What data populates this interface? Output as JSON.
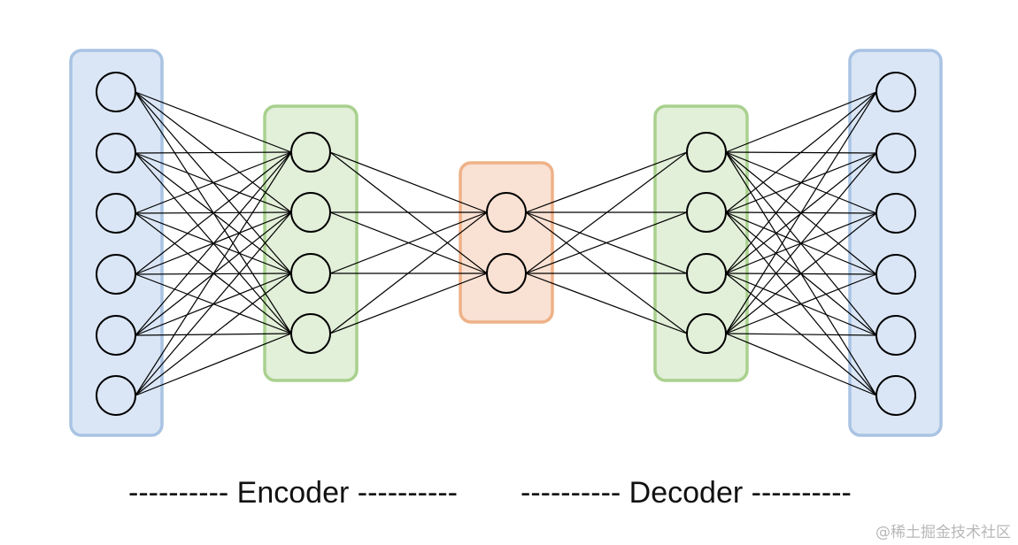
{
  "captions": {
    "encoder": "---------- Encoder ----------",
    "decoder": "---------- Decoder ----------"
  },
  "watermark": "@稀土掘金技术社区",
  "colors": {
    "input_fill": "#dae6f5",
    "input_stroke": "#a9c3e3",
    "hidden_fill": "#e2efd9",
    "hidden_stroke": "#a9d18e",
    "bottleneck_fill": "#f9e1d3",
    "bottleneck_stroke": "#efb187",
    "node_stroke": "#000000",
    "edge": "#000000"
  },
  "layers": [
    {
      "id": "input",
      "role": "encoder-input",
      "nodes": 6,
      "color": "blue"
    },
    {
      "id": "enc-hidden",
      "role": "encoder-hidden",
      "nodes": 4,
      "color": "green"
    },
    {
      "id": "bottleneck",
      "role": "code",
      "nodes": 2,
      "color": "orange"
    },
    {
      "id": "dec-hidden",
      "role": "decoder-hidden",
      "nodes": 4,
      "color": "green"
    },
    {
      "id": "output",
      "role": "decoder-output",
      "nodes": 6,
      "color": "blue"
    }
  ],
  "connections": "fully-connected between adjacent layers"
}
